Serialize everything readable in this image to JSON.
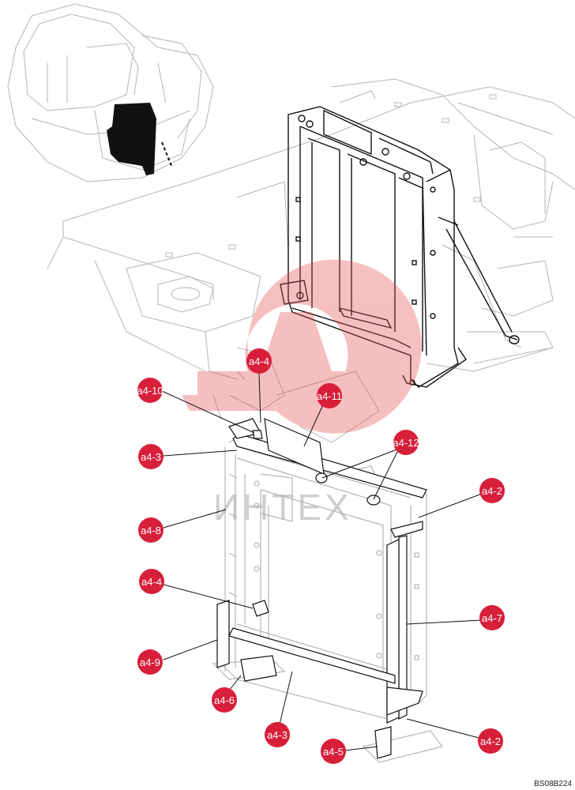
{
  "figure_code": "BS08B224",
  "watermark_text": "ИНТЕХ",
  "colors": {
    "callout_fill": "#d81f3a",
    "callout_text": "#ffffff",
    "line_dark": "#111111",
    "line_light": "#b5b5b5",
    "watermark": "#e84a4a"
  },
  "callouts": [
    {
      "id": "a4-10",
      "label": "a4-10"
    },
    {
      "id": "a4-4-top",
      "label": "a4-4"
    },
    {
      "id": "a4-11",
      "label": "a4-11"
    },
    {
      "id": "a4-12",
      "label": "a4-12"
    },
    {
      "id": "a4-3-top",
      "label": "a4-3"
    },
    {
      "id": "a4-2-top",
      "label": "a4-2"
    },
    {
      "id": "a4-8",
      "label": "a4-8"
    },
    {
      "id": "a4-4-mid",
      "label": "a4-4"
    },
    {
      "id": "a4-7",
      "label": "a4-7"
    },
    {
      "id": "a4-9",
      "label": "a4-9"
    },
    {
      "id": "a4-6",
      "label": "a4-6"
    },
    {
      "id": "a4-3-bottom",
      "label": "a4-3"
    },
    {
      "id": "a4-5",
      "label": "a4-5"
    },
    {
      "id": "a4-2-bottom",
      "label": "a4-2"
    }
  ]
}
